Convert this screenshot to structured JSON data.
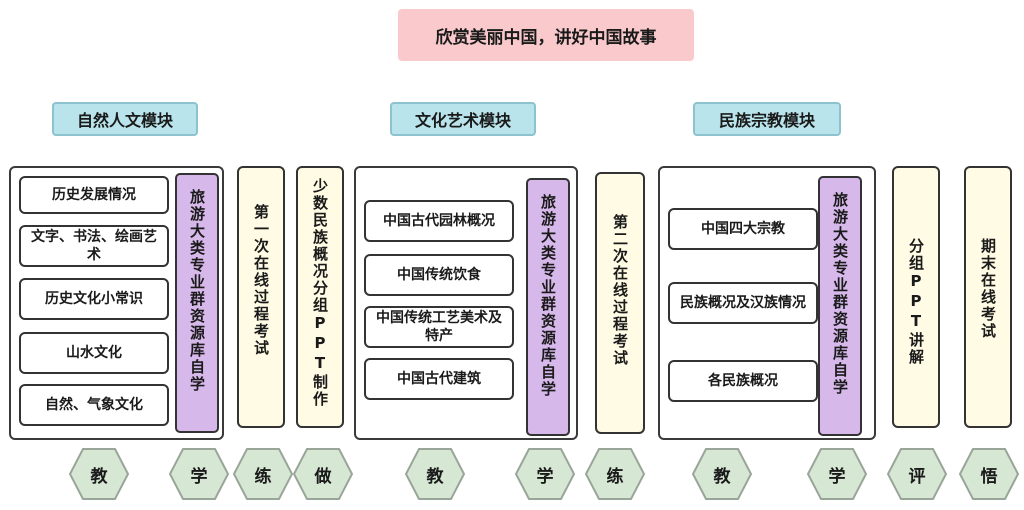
{
  "title": "欣赏美丽中国，讲好中国故事",
  "modules": [
    "自然人文模块",
    "文化艺术模块",
    "民族宗教模块"
  ],
  "group1": {
    "items": [
      "历史发展情况",
      "文字、书法、绘画艺术",
      "历史文化小常识",
      "山水文化",
      "自然、气象文化"
    ],
    "self_study": "旅游大类专业群资源库自学"
  },
  "exam1": "第一次在线过程考试",
  "ppt_minority": "少数民族概况分组PPT制作",
  "group2": {
    "items": [
      "中国古代园林概况",
      "中国传统饮食",
      "中国传统工艺美术及特产",
      "中国古代建筑"
    ],
    "self_study": "旅游大类专业群资源库自学"
  },
  "exam2": "第二次在线过程考试",
  "group3": {
    "items": [
      "中国四大宗教",
      "民族概况及汉族情况",
      "各民族概况"
    ],
    "self_study": "旅游大类专业群资源库自学"
  },
  "ppt_lecture": "分组PPT讲解",
  "final_exam": "期末在线考试",
  "stages": [
    "教",
    "学",
    "练",
    "做",
    "教",
    "学",
    "练",
    "教",
    "学",
    "评",
    "悟"
  ],
  "colors": {
    "title_bg": "#f9c9cc",
    "module_bg": "#b9e4ec",
    "purple": "#d7b8ea",
    "cream": "#fffbe4",
    "hex": "#d6e8d4"
  }
}
